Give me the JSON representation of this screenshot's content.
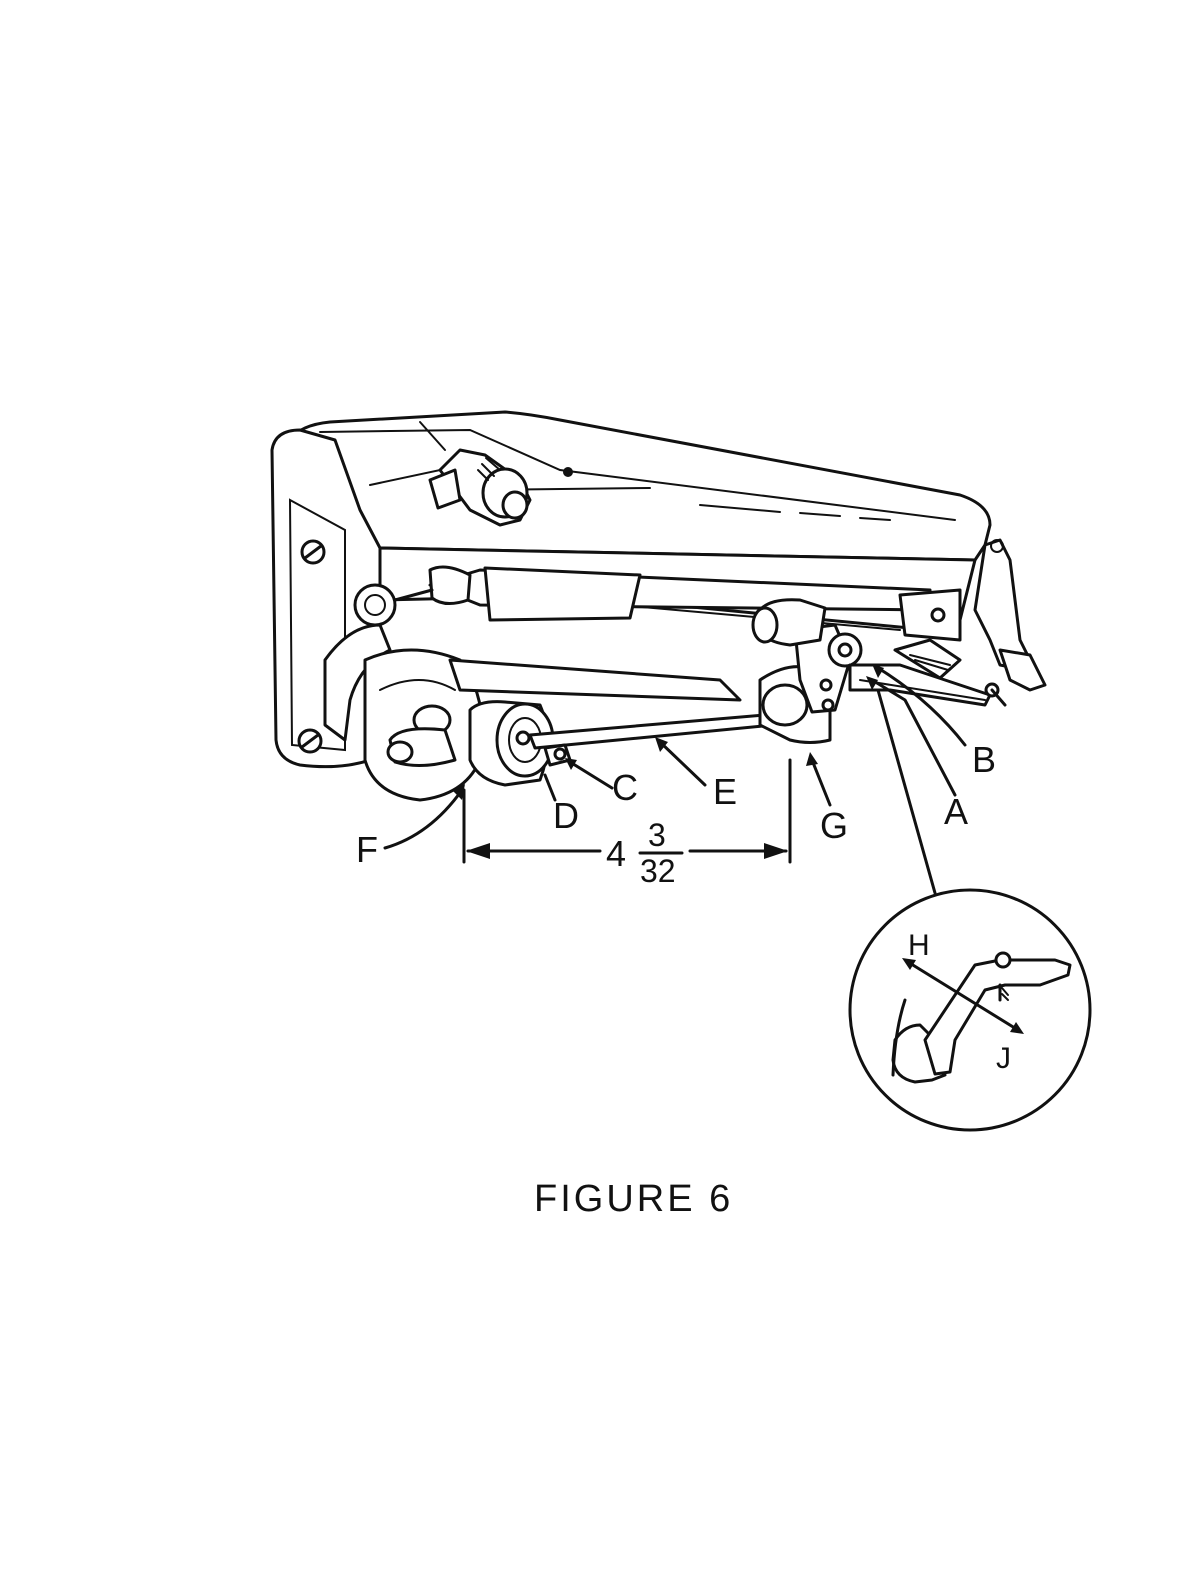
{
  "caption": "FIGURE 6",
  "labels": {
    "A": "A",
    "B": "B",
    "C": "C",
    "D": "D",
    "E": "E",
    "F": "F",
    "G": "G",
    "H": "H",
    "J": "J"
  },
  "dimension": {
    "whole": "4",
    "numerator": "3",
    "denominator": "32"
  }
}
